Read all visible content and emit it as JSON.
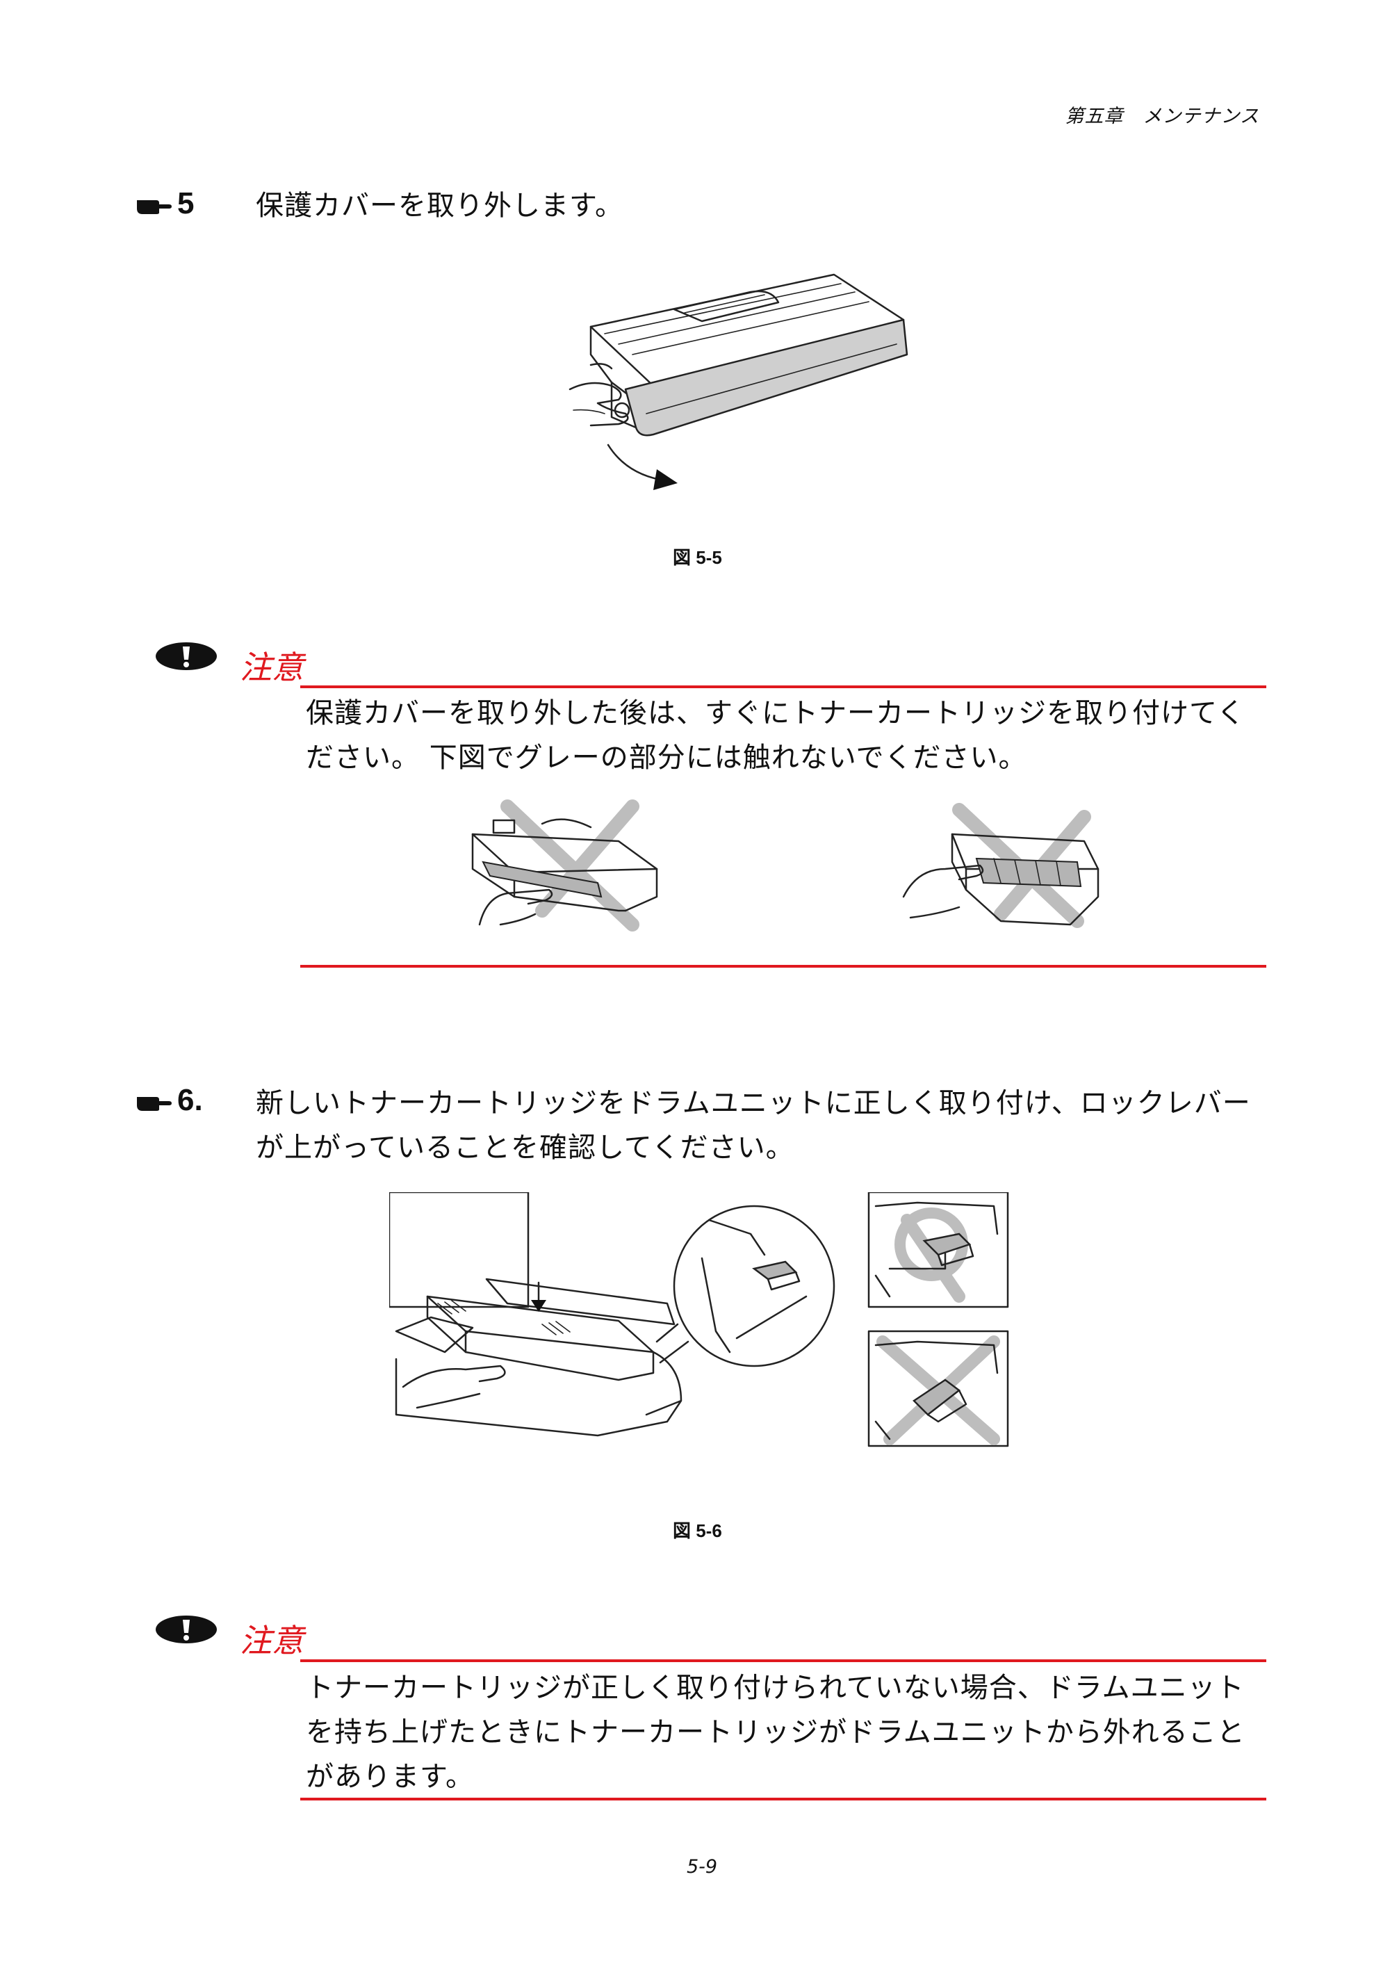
{
  "header": {
    "chapter": "第五章　メンテナンス"
  },
  "step5": {
    "number": "5",
    "text": "保護カバーを取り外します。",
    "caption": "図 5-5"
  },
  "caution1": {
    "title": "注意",
    "lines": [
      "保護カバーを取り外した後は、すぐにトナーカートリッジを取り付けてく",
      "ださい。 下図でグレーの部分には触れないでください。"
    ]
  },
  "step6": {
    "number": "6.",
    "lines": [
      "新しいトナーカートリッジをドラムユニットに正しく取り付け、ロックレバー",
      "が上がっていることを確認してください。"
    ],
    "caption": "図 5-6"
  },
  "caution2": {
    "title": "注意",
    "lines": [
      "トナーカートリッジが正しく取り付けられていない場合、ドラムユニット",
      "を持ち上げたときにトナーカートリッジがドラムユニットから外れること",
      "があります。"
    ]
  },
  "footer": {
    "page_number": "5-9"
  },
  "colors": {
    "caution_red": "#e0191f",
    "gray_zone": "#b4b4b4"
  },
  "icons": {
    "step_marker": "pointing-hand-icon",
    "caution": "exclamation-oval-icon",
    "prohibited": "cross-mark-icon"
  }
}
